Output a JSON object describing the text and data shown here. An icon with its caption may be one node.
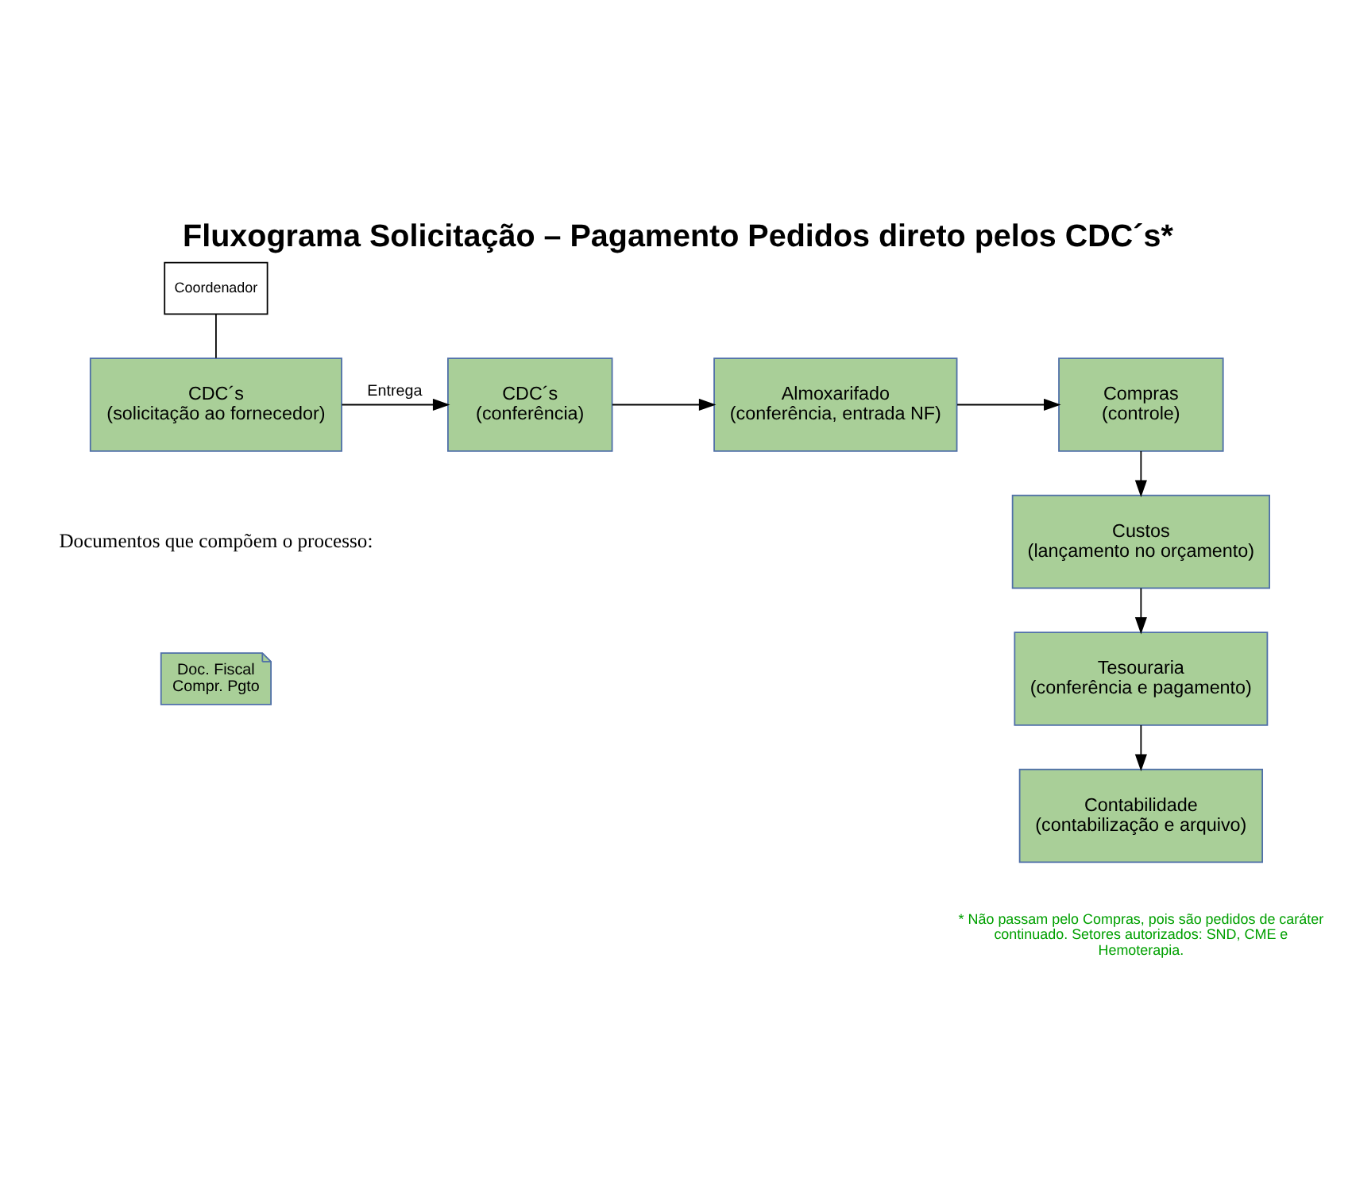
{
  "diagram": {
    "title": "Fluxograma Solicitação – Pagamento Pedidos direto pelos CDC´s*",
    "nodes": [
      {
        "text": [
          "Coordenador"
        ]
      },
      {
        "text": [
          "CDC´s",
          "(solicitação ao fornecedor)"
        ]
      },
      {
        "text": [
          "CDC´s",
          "(conferência)"
        ]
      },
      {
        "text": [
          "Almoxarifado",
          "(conferência, entrada NF)"
        ]
      },
      {
        "text": [
          "Compras",
          "(controle)"
        ]
      },
      {
        "text": [
          "Custos",
          "(lançamento no orçamento)"
        ]
      },
      {
        "text": [
          "Tesouraria",
          "(conferência e pagamento)"
        ]
      },
      {
        "text": [
          "Contabilidade",
          "(contabilização e arquivo)"
        ]
      },
      {
        "text": [
          "Doc. Fiscal",
          "Compr. Pgto"
        ]
      }
    ],
    "edges": [
      {
        "from": 0,
        "to": 1,
        "arrow": "none"
      },
      {
        "from": 1,
        "to": 2,
        "arrow": "to",
        "label": "Entrega"
      },
      {
        "from": 2,
        "to": 3,
        "arrow": "to"
      },
      {
        "from": 3,
        "to": 4,
        "arrow": "to"
      },
      {
        "from": 4,
        "to": 5,
        "arrow": "to"
      },
      {
        "from": 5,
        "to": 6,
        "arrow": "to"
      },
      {
        "from": 6,
        "to": 7,
        "arrow": "to"
      }
    ],
    "labels": [
      "Documentos que compõem o processo:",
      "* Não passam pelo Compras, pois são pedidos de caráter continuado. Setores autorizados: SND, CME e Hemoterapia."
    ]
  }
}
